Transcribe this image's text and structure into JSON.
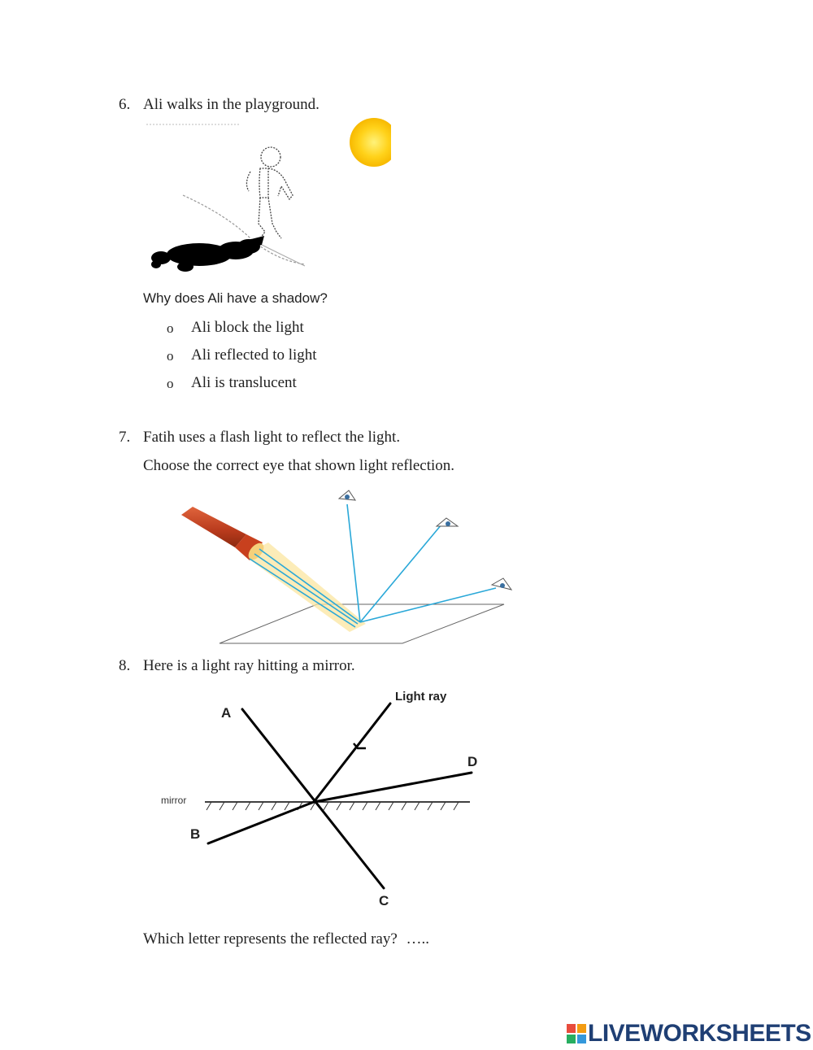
{
  "q6": {
    "number": "6.",
    "text": "Ali walks in the playground.",
    "question": "Why does Ali have a shadow?",
    "options": [
      {
        "bullet": "o",
        "text": "Ali block the light"
      },
      {
        "bullet": "o",
        "text": "Ali reflected to light"
      },
      {
        "bullet": "o",
        "text": "Ali is translucent"
      }
    ]
  },
  "q7": {
    "number": "7.",
    "text": "Fatih uses a flash light to reflect the light.",
    "instruction": "Choose the correct eye that shown light reflection."
  },
  "q8": {
    "number": "8.",
    "text": "Here is a light ray hitting a mirror.",
    "diagram": {
      "light_ray_label": "Light ray",
      "mirror_label": "mirror",
      "letters": {
        "a": "A",
        "b": "B",
        "c": "C",
        "d": "D"
      }
    },
    "question": "Which letter represents the reflected ray?",
    "answer_blank": "….."
  },
  "branding": {
    "logo_text": "LIVEWORKSHEETS",
    "logo_colors": [
      "#e84c3d",
      "#f39c12",
      "#27ae60",
      "#3498db"
    ]
  }
}
